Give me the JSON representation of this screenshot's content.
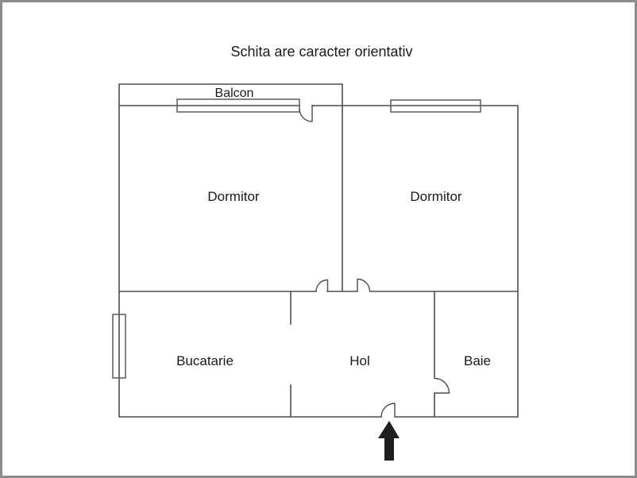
{
  "title": "Schita are caracter orientativ",
  "floorplan": {
    "balcony_label": "Balcon",
    "rooms": [
      {
        "key": "bedroom-left",
        "label": "Dormitor"
      },
      {
        "key": "bedroom-right",
        "label": "Dormitor"
      },
      {
        "key": "kitchen",
        "label": "Bucatarie"
      },
      {
        "key": "hall",
        "label": "Hol"
      },
      {
        "key": "bathroom",
        "label": "Baie"
      }
    ],
    "icons": {
      "entrance_arrow": "up-arrow"
    }
  },
  "colors": {
    "wall": "#4d4d4d",
    "window": "#5a5a5a",
    "frame_border": "#8c8c8c",
    "text": "#1a1a1a",
    "arrow": "#1f1f1f",
    "background": "#ffffff"
  }
}
